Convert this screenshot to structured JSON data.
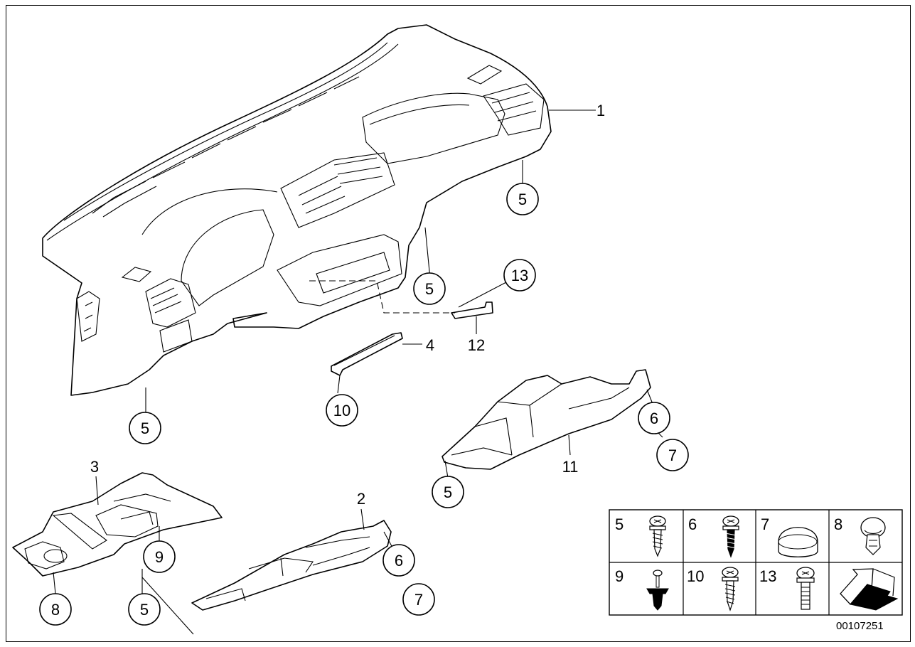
{
  "diagram": {
    "callouts": {
      "c1": "1",
      "c2": "2",
      "c3": "3",
      "c4": "4",
      "c5a": "5",
      "c5b": "5",
      "c5c": "5",
      "c5d": "5",
      "c5e": "5",
      "c6a": "6",
      "c6b": "6",
      "c7a": "7",
      "c7b": "7",
      "c8": "8",
      "c9": "9",
      "c10": "10",
      "c11": "11",
      "c12": "12",
      "c13": "13"
    },
    "legend": [
      "5",
      "6",
      "7",
      "8",
      "9",
      "10",
      "13"
    ],
    "document_id": "00107251"
  }
}
